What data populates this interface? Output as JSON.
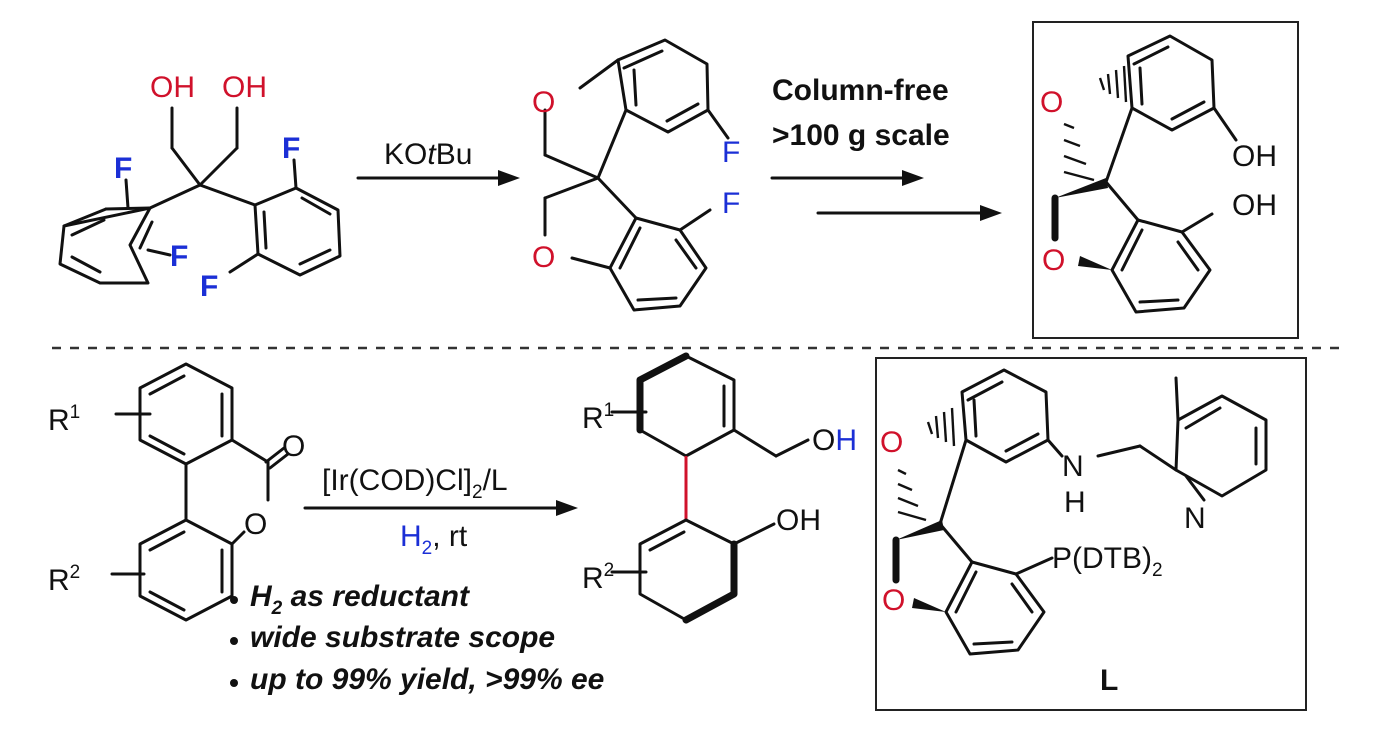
{
  "colors": {
    "bond": "#111111",
    "oxygen": "#d0112b",
    "fluorine": "#1b2fd6",
    "hydrogen_gas": "#1b2fd6",
    "background": "#ffffff"
  },
  "top_scheme": {
    "start_material": {
      "oh1": "OH",
      "oh2": "OH",
      "f1": "F",
      "f2": "F",
      "f3": "F",
      "f4": "F"
    },
    "step1_reagent": {
      "pre": "KO",
      "italic": "t",
      "post": "Bu"
    },
    "spiro_ether": {
      "o1": "O",
      "o2": "O",
      "f1": "F",
      "f2": "F"
    },
    "step2_conditions": {
      "line1": "Column-free",
      "line2": ">100 g scale"
    },
    "spiro_diol": {
      "o1": "O",
      "o2": "O",
      "oh1": "OH",
      "oh2": "OH"
    }
  },
  "bottom_scheme": {
    "lactone": {
      "r1": "R",
      "r1_sup": "1",
      "r2": "R",
      "r2_sup": "2",
      "carbonyl_o": "O",
      "ring_o": "O"
    },
    "reagent": {
      "catalyst_pre": "[Ir(COD)Cl]",
      "catalyst_sub": "2",
      "catalyst_post": "/L",
      "h2": "H",
      "h2_sub": "2",
      "rest": ", rt"
    },
    "product": {
      "r1": "R",
      "r1_sup": "1",
      "r2": "R",
      "r2_sup": "2",
      "oh_top_o": "O",
      "oh_top_h": "H",
      "oh_bottom": "OH"
    },
    "bullets": [
      {
        "pre": "H",
        "sub": "2",
        "post": " as reductant"
      },
      {
        "text": "wide substrate scope"
      },
      {
        "text": "up to 99% yield, >99% ee"
      }
    ],
    "ligand": {
      "o1": "O",
      "o2": "O",
      "nh_n": "N",
      "nh_h": "H",
      "pyr_n": "N",
      "phos": "P(DTB)",
      "phos_sub": "2",
      "label": "L"
    }
  }
}
